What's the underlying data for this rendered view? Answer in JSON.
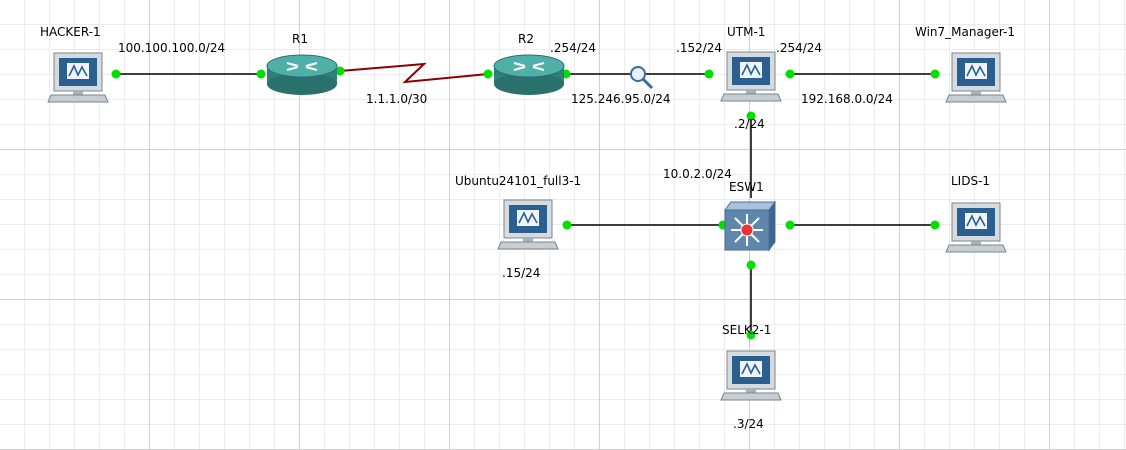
{
  "nodes": {
    "hacker": {
      "label": "HACKER-1",
      "icon": "pc-icon"
    },
    "r1": {
      "label": "R1",
      "icon": "router-icon"
    },
    "r2": {
      "label": "R2",
      "icon": "router-icon"
    },
    "utm": {
      "label": "UTM-1",
      "icon": "pc-icon"
    },
    "win7": {
      "label": "Win7_Manager-1",
      "icon": "pc-icon"
    },
    "ubuntu": {
      "label": "Ubuntu24101_full3-1",
      "icon": "pc-icon"
    },
    "esw1": {
      "label": "ESW1",
      "icon": "switch-icon"
    },
    "lids": {
      "label": "LIDS-1",
      "icon": "pc-icon"
    },
    "selk": {
      "label": "SELK2-1",
      "icon": "pc-icon"
    }
  },
  "network_labels": {
    "hacker_net": "100.100.100.0/24",
    "r1_r2_net": "1.1.1.0/30",
    "r2_iface": ".254/24",
    "utm_outer_iface": ".152/24",
    "utm_inner_iface": ".254/24",
    "r2_utm_net": "125.246.95.0/24",
    "utm_win7_net": "192.168.0.0/24",
    "utm_down_iface": ".2/24",
    "esw_net": "10.0.2.0/24",
    "ubuntu_iface": ".15/24",
    "selk_iface": ".3/24"
  },
  "colors": {
    "link": "#000000",
    "serial_link": "#8b0000",
    "port_up": "#00e000",
    "router": "#3f9f9a",
    "switch": "#5f86ad",
    "monitor_screen": "#2a5f8f"
  }
}
